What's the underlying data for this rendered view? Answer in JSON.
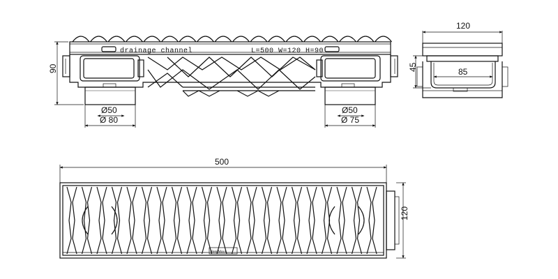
{
  "side_view": {
    "label": "drainage channel",
    "spec": "L=500 W=120 H=90",
    "height_dim": "90",
    "left_outlet": {
      "inner": "Ø50",
      "outer": "Ø 80"
    },
    "right_outlet": {
      "inner": "Ø50",
      "outer": "Ø 75"
    }
  },
  "end_view": {
    "width_dim": "120",
    "inner_width_dim": "85",
    "depth_dim": "45"
  },
  "top_view": {
    "length_dim": "500",
    "width_dim": "120",
    "logo": "BetoMaxx"
  }
}
